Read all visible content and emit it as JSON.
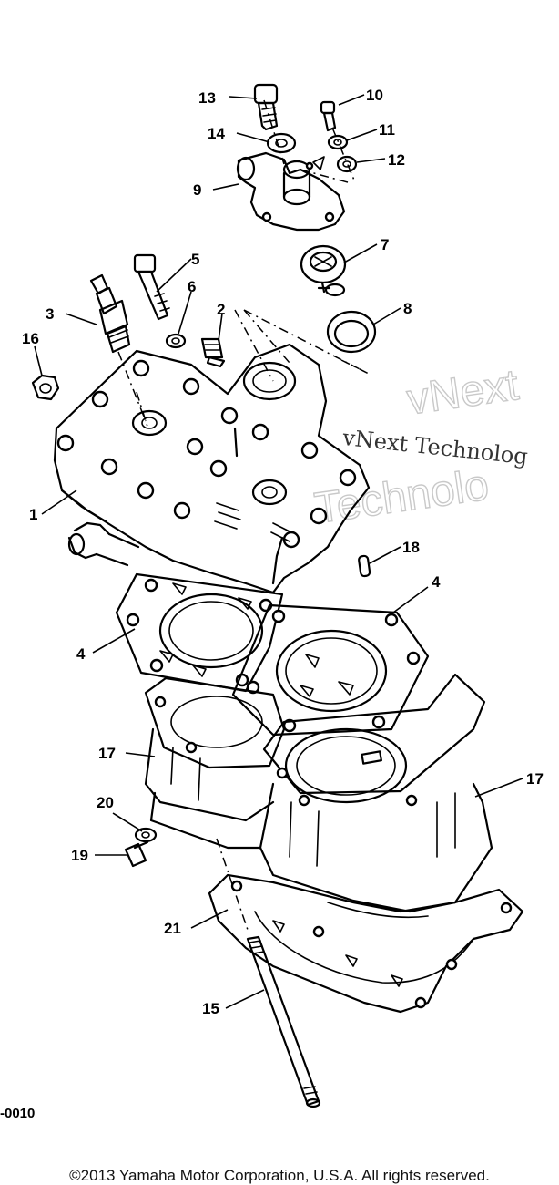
{
  "diagram": {
    "callouts": [
      {
        "id": "13",
        "text": "13"
      },
      {
        "id": "10",
        "text": "10"
      },
      {
        "id": "14",
        "text": "14"
      },
      {
        "id": "11",
        "text": "11"
      },
      {
        "id": "12",
        "text": "12"
      },
      {
        "id": "9",
        "text": "9"
      },
      {
        "id": "7",
        "text": "7"
      },
      {
        "id": "5",
        "text": "5"
      },
      {
        "id": "8",
        "text": "8"
      },
      {
        "id": "6",
        "text": "6"
      },
      {
        "id": "3",
        "text": "3"
      },
      {
        "id": "2",
        "text": "2"
      },
      {
        "id": "16",
        "text": "16"
      },
      {
        "id": "1",
        "text": "1"
      },
      {
        "id": "18",
        "text": "18"
      },
      {
        "id": "4a",
        "text": "4"
      },
      {
        "id": "4b",
        "text": "4"
      },
      {
        "id": "17a",
        "text": "17"
      },
      {
        "id": "17b",
        "text": "17"
      },
      {
        "id": "20",
        "text": "20"
      },
      {
        "id": "19",
        "text": "19"
      },
      {
        "id": "21",
        "text": "21"
      },
      {
        "id": "15",
        "text": "15"
      }
    ],
    "reference_code": "-0010",
    "watermark": {
      "line1": "vNext",
      "line2": "vNext Technolog",
      "line3": "Technolo"
    },
    "copyright": "©2013 Yamaha Motor Corporation, U.S.A. All rights reserved."
  }
}
